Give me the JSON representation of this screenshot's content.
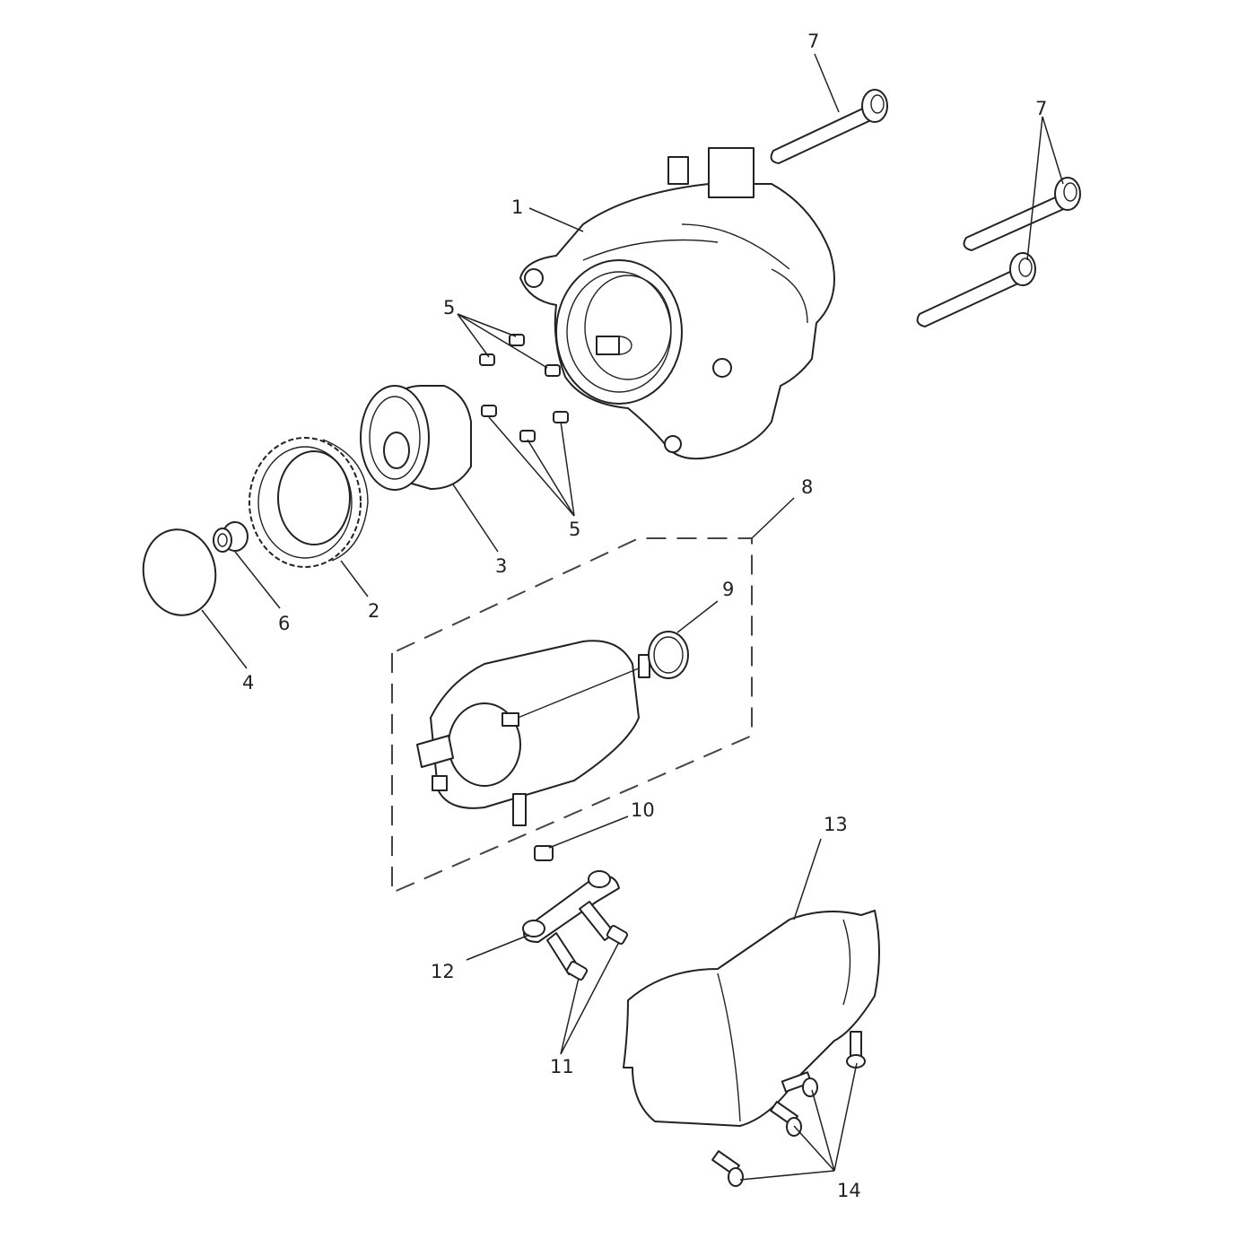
{
  "callouts": {
    "c1": "1",
    "c2": "2",
    "c3": "3",
    "c4": "4",
    "c5a": "5",
    "c5b": "5",
    "c6": "6",
    "c7a": "7",
    "c7b": "7",
    "c8": "8",
    "c9": "9",
    "c10": "10",
    "c11": "11",
    "c12": "12",
    "c13": "13",
    "c14": "14"
  }
}
